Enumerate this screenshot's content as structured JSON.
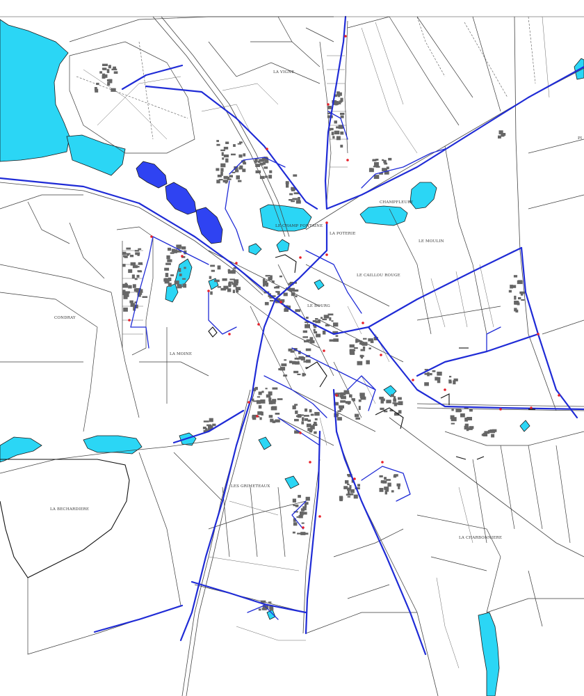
{
  "map": {
    "colors": {
      "background": "#ffffff",
      "water": "#2bd6f5",
      "basin": "#2f43f2",
      "pipe": "#1f2bd6",
      "building": "#666666",
      "parcel_line": "#3a3a3a",
      "hydrant": "#e8202a"
    },
    "place_labels": [
      "LA VIGNE",
      "LE CHAMP FONTAINE",
      "CHAMPFLEURY",
      "LA POTERIE",
      "LE MOULIN",
      "LE CAILLOU ROUGE",
      "LE BOURG",
      "CONDRAY",
      "LA MOINE",
      "LES GRIMETEAUX",
      "LA BECHARDIERE",
      "LA CHARBONNIERE",
      "PI"
    ]
  }
}
